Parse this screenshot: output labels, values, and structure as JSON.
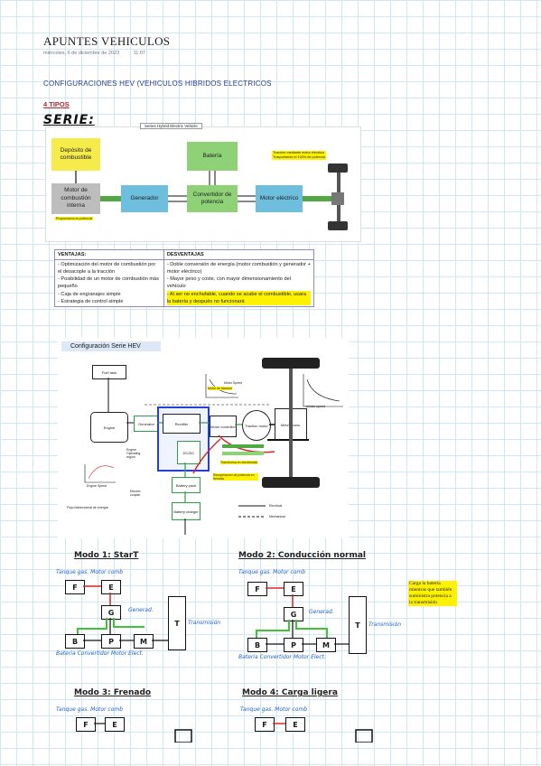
{
  "header": {
    "title": "APUNTES VEHICULOS",
    "date": "miércoles, 6 de diciembre de 2023",
    "time": "11:07"
  },
  "section_title": "CONFIGURACIONES HEV (VEHICULOS HIBRIDOS ELECTRICOS",
  "tipos": "4 TIPOS",
  "serie_heading": "SERIE:",
  "diagram1": {
    "caption": "Series Hybrid Electric Vehicle",
    "deposito": "Depósito de combustible",
    "bateria": "Batería",
    "motor_comb": "Motor de combustión interna",
    "generador": "Generador",
    "convertidor": "Convertidor de potencia",
    "motor_elec": "Motor eléctrico",
    "note_right_1": "Traccion mediante motor electrico",
    "note_right_2": "Trasportando el 100% de potencia",
    "note_left": "Proporciona la potencia"
  },
  "table": {
    "ventajas_header": "VENTAJAS:",
    "desventajas_header": "DESVENTAJAS",
    "ventajas": [
      "- Optimización del motor de combustión por el desacople a la tracción",
      "- Posibilidad de un motor de combustión más pequeño",
      "- Caja de engranajes simple",
      "- Estrategia de control simple"
    ],
    "desventajas": [
      "- Doble conversión de energía (motor combustión y generador + motor eléctrico)",
      "- Mayor peso y coste, con mayor dimensionamiento del vehículo"
    ],
    "desventaja_hl": "- Al ser no enchufable, cuando se acabe el combustible, usara la batería y después no funcionará"
  },
  "diagram2": {
    "title": "Configuración Serie HEV",
    "fuel_tank": "Fuel tank",
    "engine": "Engine",
    "generator": "Generator",
    "rectifier": "Rectifier",
    "motor_controller": "Motor controller",
    "traction_motor": "Traction motor",
    "mech_trans": "Mech. trans.",
    "battery_pack": "Battery pack",
    "battery_charger": "Battery charger",
    "dc_dc": "DC/DC",
    "motor_speed": "Motor Speed",
    "vehicle_speed": "Vehicle speed",
    "engine_speed": "Engine Speed",
    "operating_region": "Engine Operating region",
    "electric_coupler": "Electric coupler",
    "electrical": "Electrical",
    "mechanical": "Mechanical",
    "hl_traction": "Motor de traccion",
    "hl_bat": "Transforma en electricidad",
    "hl_potencia": "Recuperacion de potencia en frenada",
    "note_bidirectional": "Flujo bidireccional de energía"
  },
  "modes": {
    "m1": "Modo 1: StarT",
    "m2": "Modo 2: Conducción normal",
    "m3": "Modo 3: Frenado",
    "m4": "Modo 4: Carga ligera",
    "tanque": "Tanque gas.",
    "motor_comb": "Motor comb",
    "generad": "Generad.",
    "transmision": "Transmisión",
    "bateria": "Bateria",
    "convertidor": "Convertidor",
    "motor_elect": "Motor Elect.",
    "b_F": "F",
    "b_E": "E",
    "b_G": "G",
    "b_B": "B",
    "b_P": "P",
    "b_M": "M",
    "b_T": "T",
    "note_m2": "Carga la batería mientras que también suministra potencia a la transmisión"
  },
  "colors": {
    "yellow": "#f5ec4c",
    "green": "#8fd176",
    "blue": "#6dbfdd",
    "gray": "#bdbdbd",
    "darkgreen": "#52a843",
    "highlight": "#fff200",
    "title_blue": "#2a3f98",
    "red": "#b3262f"
  }
}
